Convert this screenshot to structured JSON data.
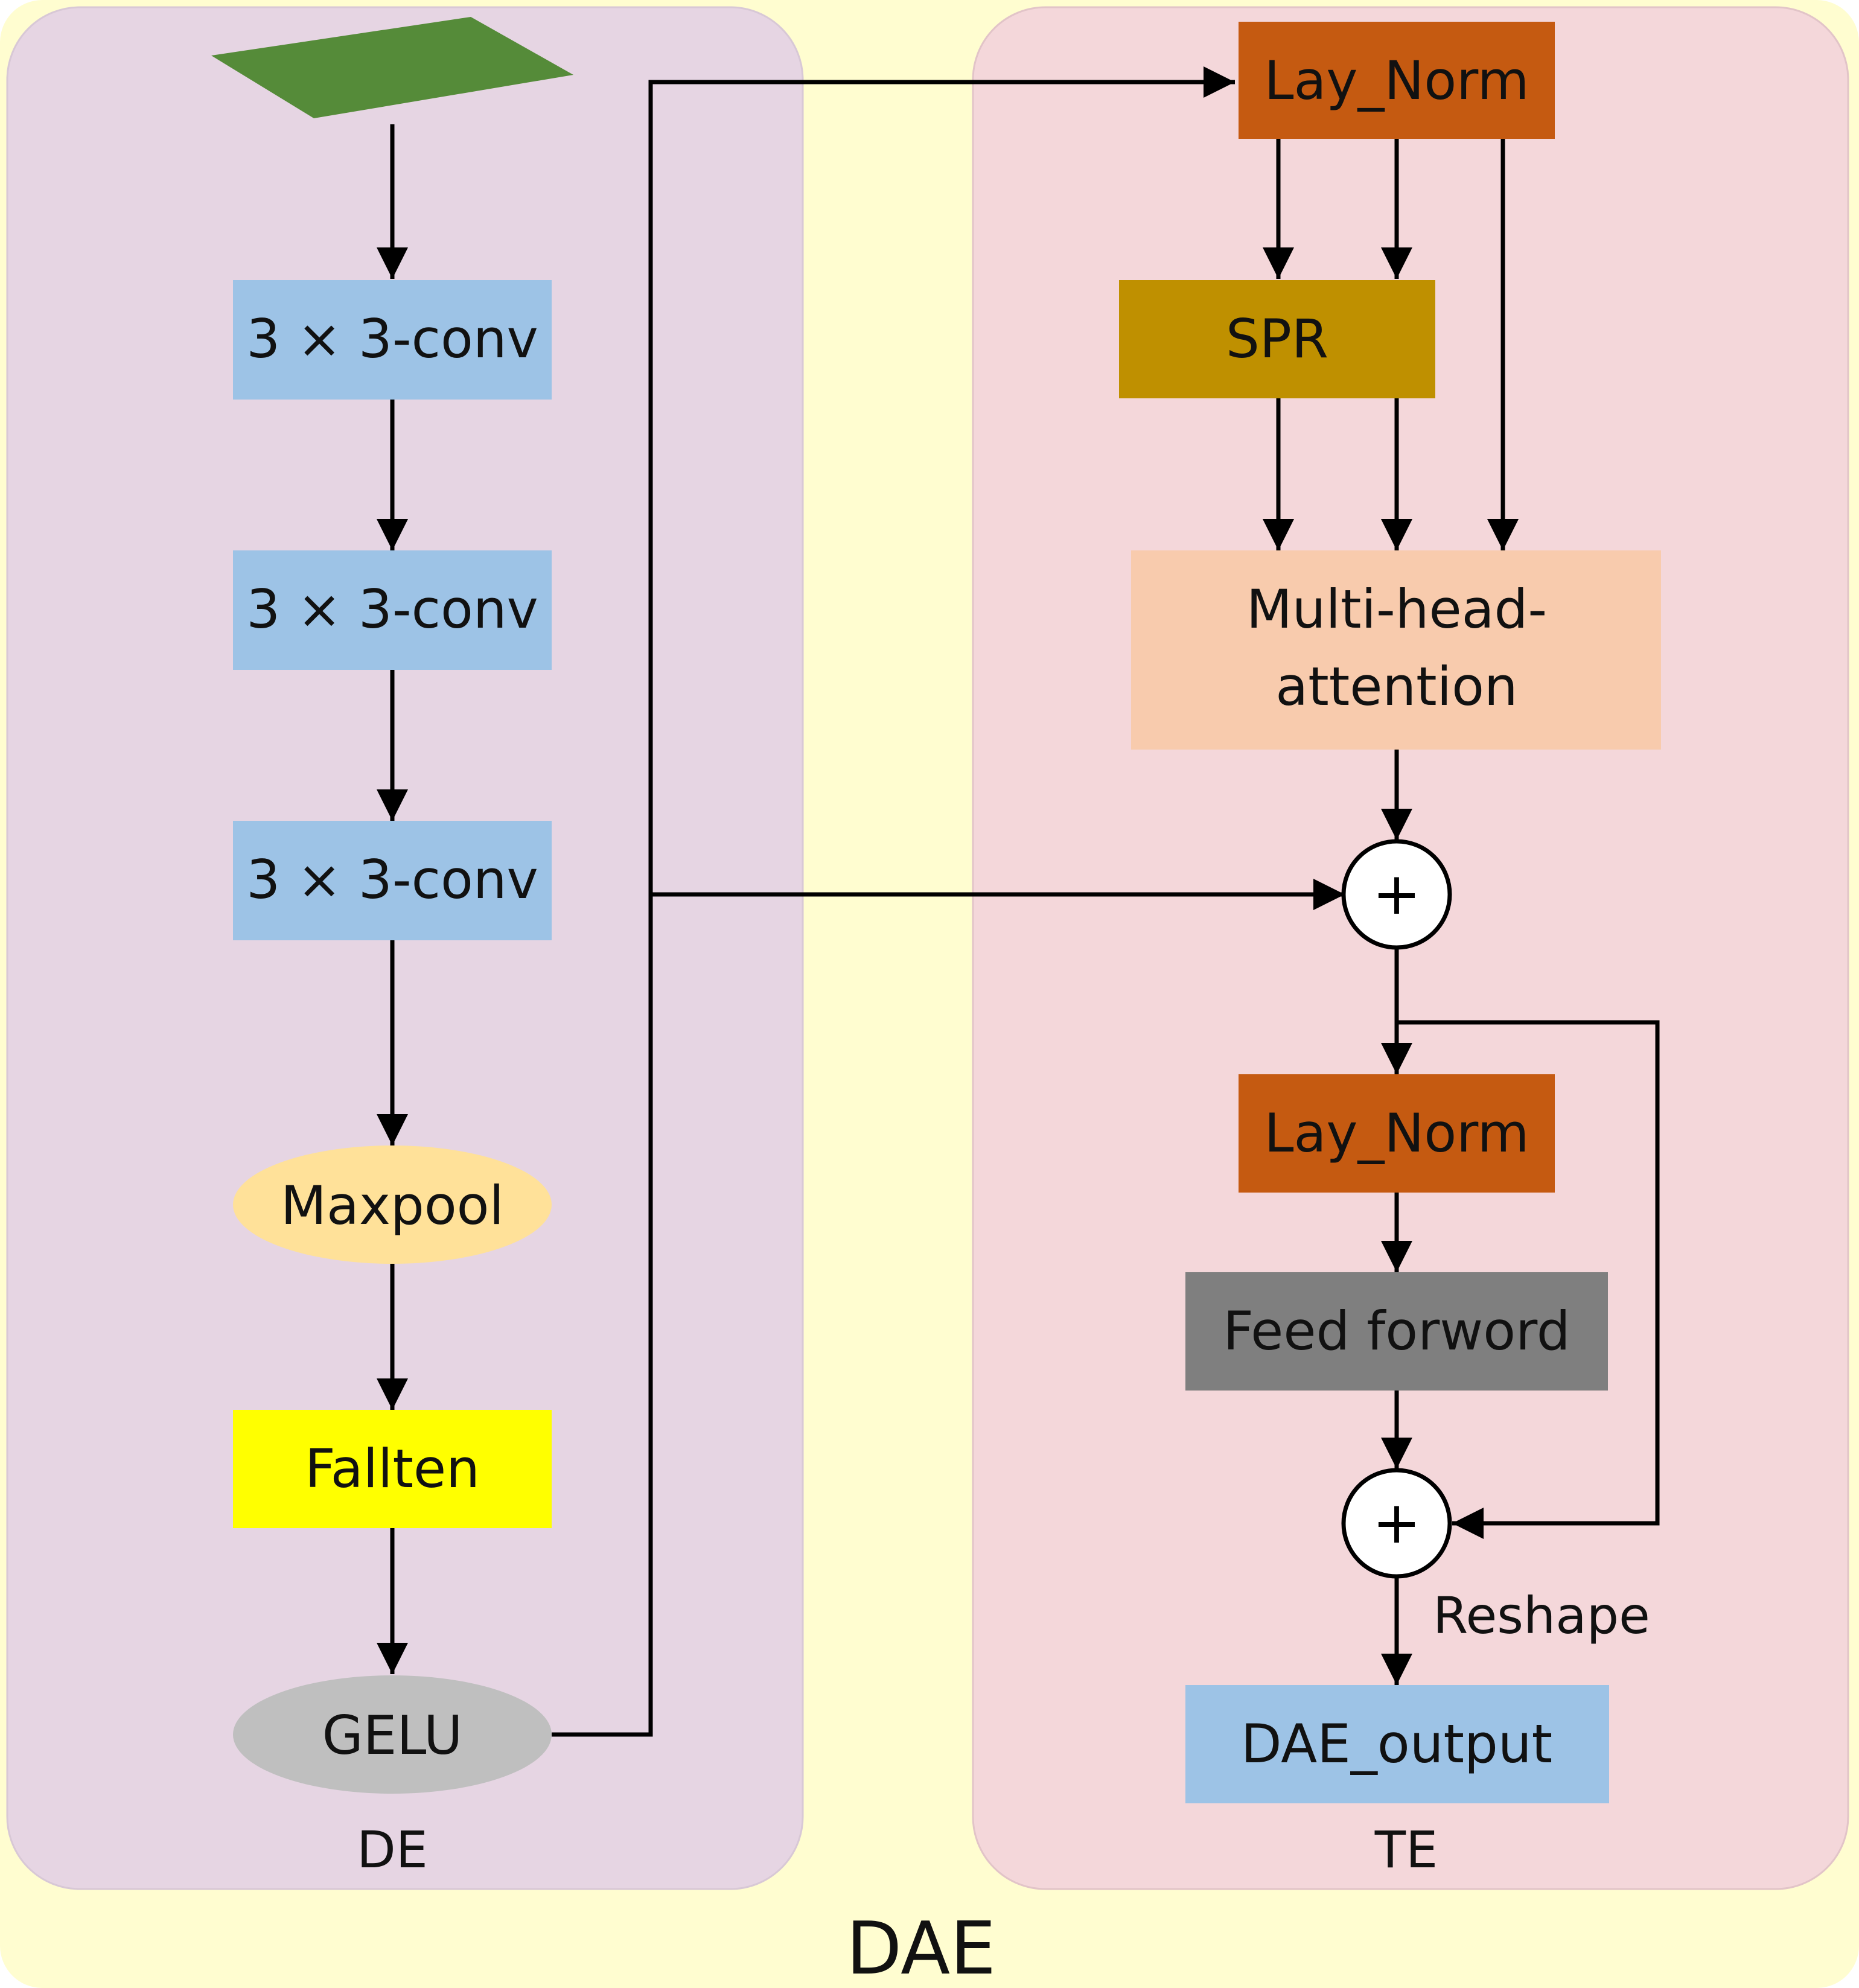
{
  "diagram": {
    "outer_label": "DAE",
    "panels": {
      "de": {
        "label": "DE",
        "blocks": {
          "conv1": "3 × 3-conv",
          "conv2": "3 × 3-conv",
          "conv3": "3 × 3-conv",
          "maxpool": "Maxpool",
          "flatten": "Fallten",
          "gelu": "GELU"
        }
      },
      "te": {
        "label": "TE",
        "blocks": {
          "layernorm1": "Lay_Norm",
          "spr": "SPR",
          "mha_line1": "Multi-head-",
          "mha_line2": "attention",
          "add1": "+",
          "layernorm2": "Lay_Norm",
          "feedforward": "Feed forword",
          "add2": "+",
          "reshape": "Reshape",
          "output": "DAE_output"
        }
      }
    },
    "colors": {
      "outer_bg": "#fffdd0",
      "de_bg": "#e6d5e3",
      "te_bg": "#f4d7da",
      "input": "#558b39",
      "conv": "#9dc3e6",
      "maxpool": "#ffe199",
      "flatten": "#ffff00",
      "gelu": "#bfbfbf",
      "layernorm": "#c55a11",
      "spr": "#bf9000",
      "mha": "#f8cbad",
      "feedforward": "#7f7f7f",
      "output": "#9dc3e6"
    }
  }
}
